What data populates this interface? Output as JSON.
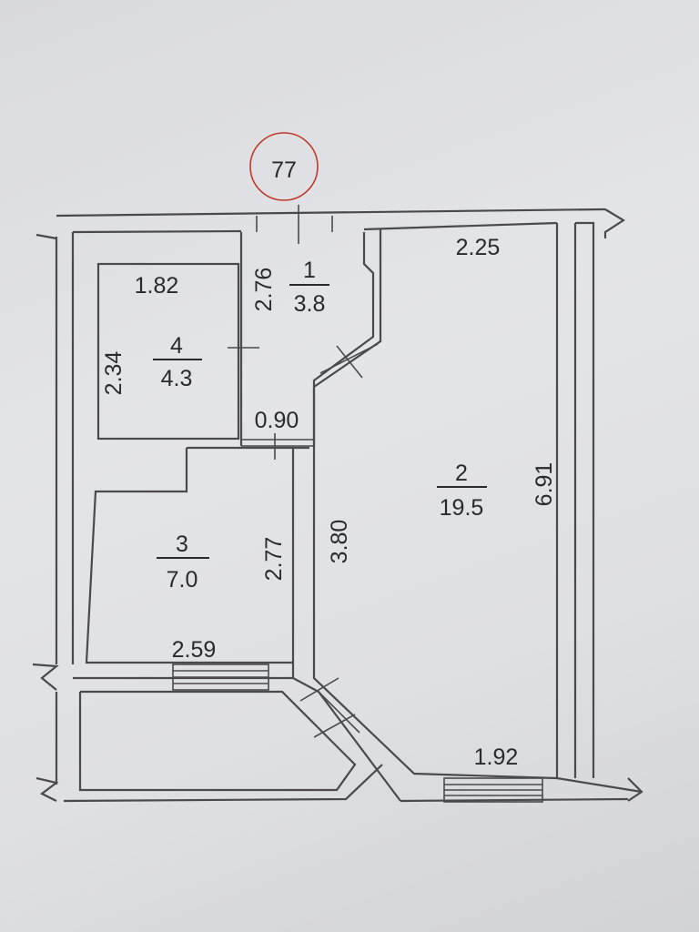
{
  "apartment_number": "77",
  "rooms": [
    {
      "number": "1",
      "area": "3.8",
      "dims": [
        "2.76"
      ]
    },
    {
      "number": "2",
      "area": "19.5",
      "dims": [
        "2.25",
        "6.91",
        "3.80",
        "1.92"
      ]
    },
    {
      "number": "3",
      "area": "7.0",
      "dims": [
        "2.77",
        "2.59"
      ]
    },
    {
      "number": "4",
      "area": "4.3",
      "dims": [
        "1.82",
        "2.34"
      ]
    }
  ],
  "door_width": "0.90",
  "colors": {
    "circle": "#c0392b",
    "lines": "#4a4a4e"
  }
}
